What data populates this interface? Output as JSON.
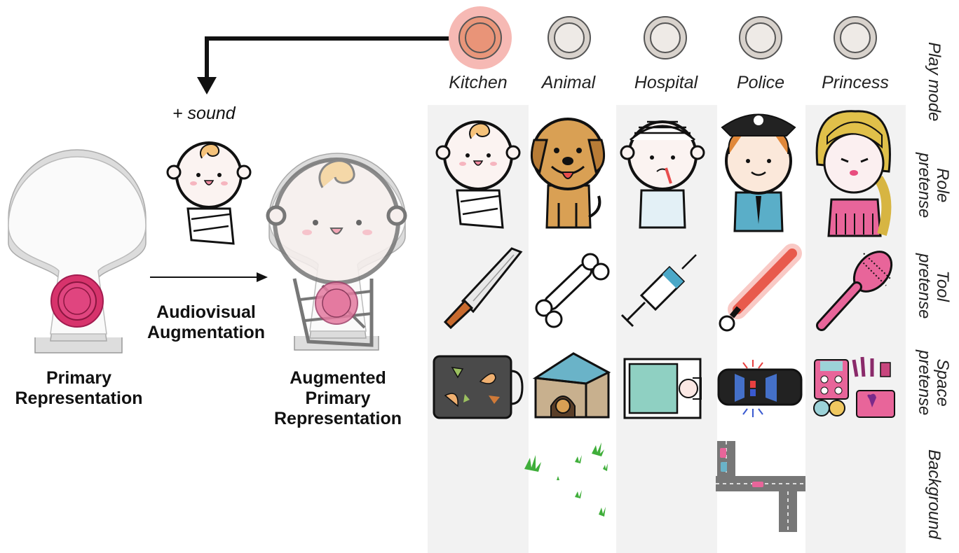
{
  "play_modes": [
    {
      "id": "kitchen",
      "label": "Kitchen",
      "active": true
    },
    {
      "id": "animal",
      "label": "Animal",
      "active": false
    },
    {
      "id": "hospital",
      "label": "Hospital",
      "active": false
    },
    {
      "id": "police",
      "label": "Police",
      "active": false
    },
    {
      "id": "princess",
      "label": "Princess",
      "active": false
    }
  ],
  "row_labels": {
    "play_mode": "Play mode",
    "role": "Role\npretense",
    "tool": "Tool\npretense",
    "space": "Space\npretense",
    "background": "Background"
  },
  "left": {
    "sound_label": "+ sound",
    "augmentation_label": "Audiovisual\nAugmentation",
    "primary_label": "Primary\nRepresentation",
    "augmented_label": "Augmented\nPrimary\nRepresentation"
  },
  "colors": {
    "active_button": "#e9967a",
    "active_halo": "#f6b9b4",
    "inactive_button": "#d8d2cc",
    "pink_button": "#e0457f",
    "column_bg": "#f2f2f2"
  },
  "icons": {
    "role": [
      "baby-icon",
      "dog-icon",
      "patient-icon",
      "police-officer-icon",
      "princess-icon"
    ],
    "tool": [
      "knife-icon",
      "bone-icon",
      "syringe-icon",
      "light-baton-icon",
      "hairbrush-icon"
    ],
    "space": [
      "baking-tray-icon",
      "dog-house-icon",
      "hospital-bed-icon",
      "police-car-icon",
      "makeup-kit-icon"
    ],
    "background": [
      "grass-background",
      "road-map-background"
    ]
  }
}
